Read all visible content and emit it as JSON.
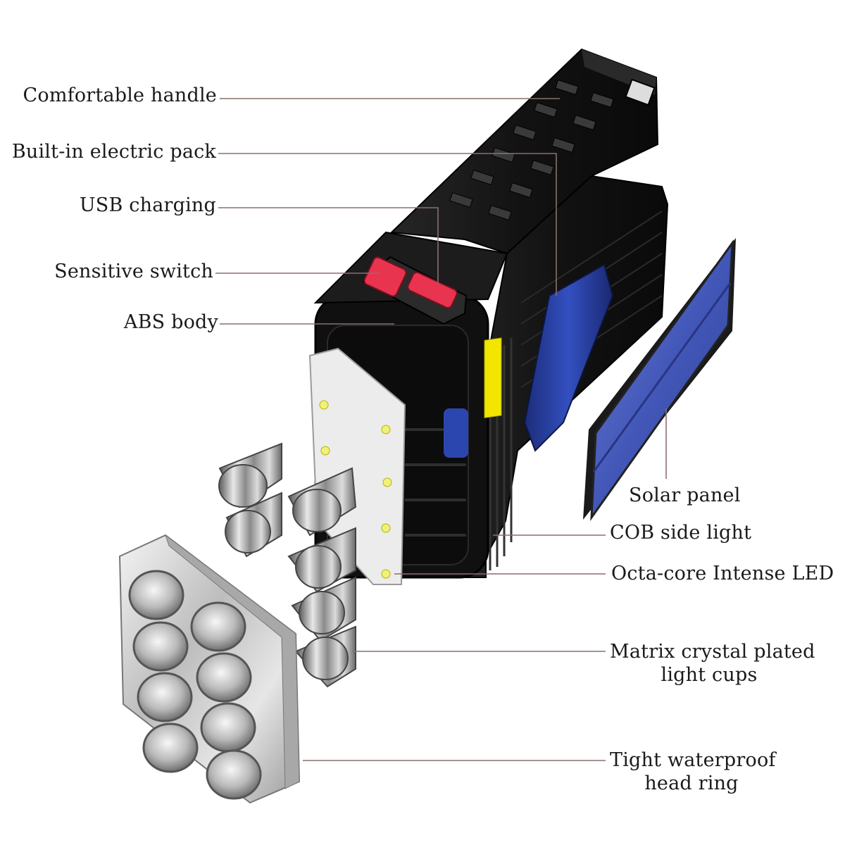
{
  "labels": {
    "handle": "Comfortable handle",
    "electric_pack": "Built-in electric pack",
    "usb": "USB charging",
    "switch": "Sensitive switch",
    "abs_body": "ABS body",
    "solar_panel": "Solar panel",
    "cob": "COB side light",
    "led": "Octa-core Intense LED",
    "light_cups": [
      "Matrix crystal plated",
      "light cups"
    ],
    "head_ring": [
      "Tight waterproof",
      "head ring"
    ]
  },
  "colors": {
    "body": "#141414",
    "switch": "#e8344e",
    "battery": "#2a44a8",
    "solar": "#4a5fbf",
    "cob": "#f2e600",
    "leader_line": "#8a6f6f",
    "reflector": "#cfcfcf"
  }
}
